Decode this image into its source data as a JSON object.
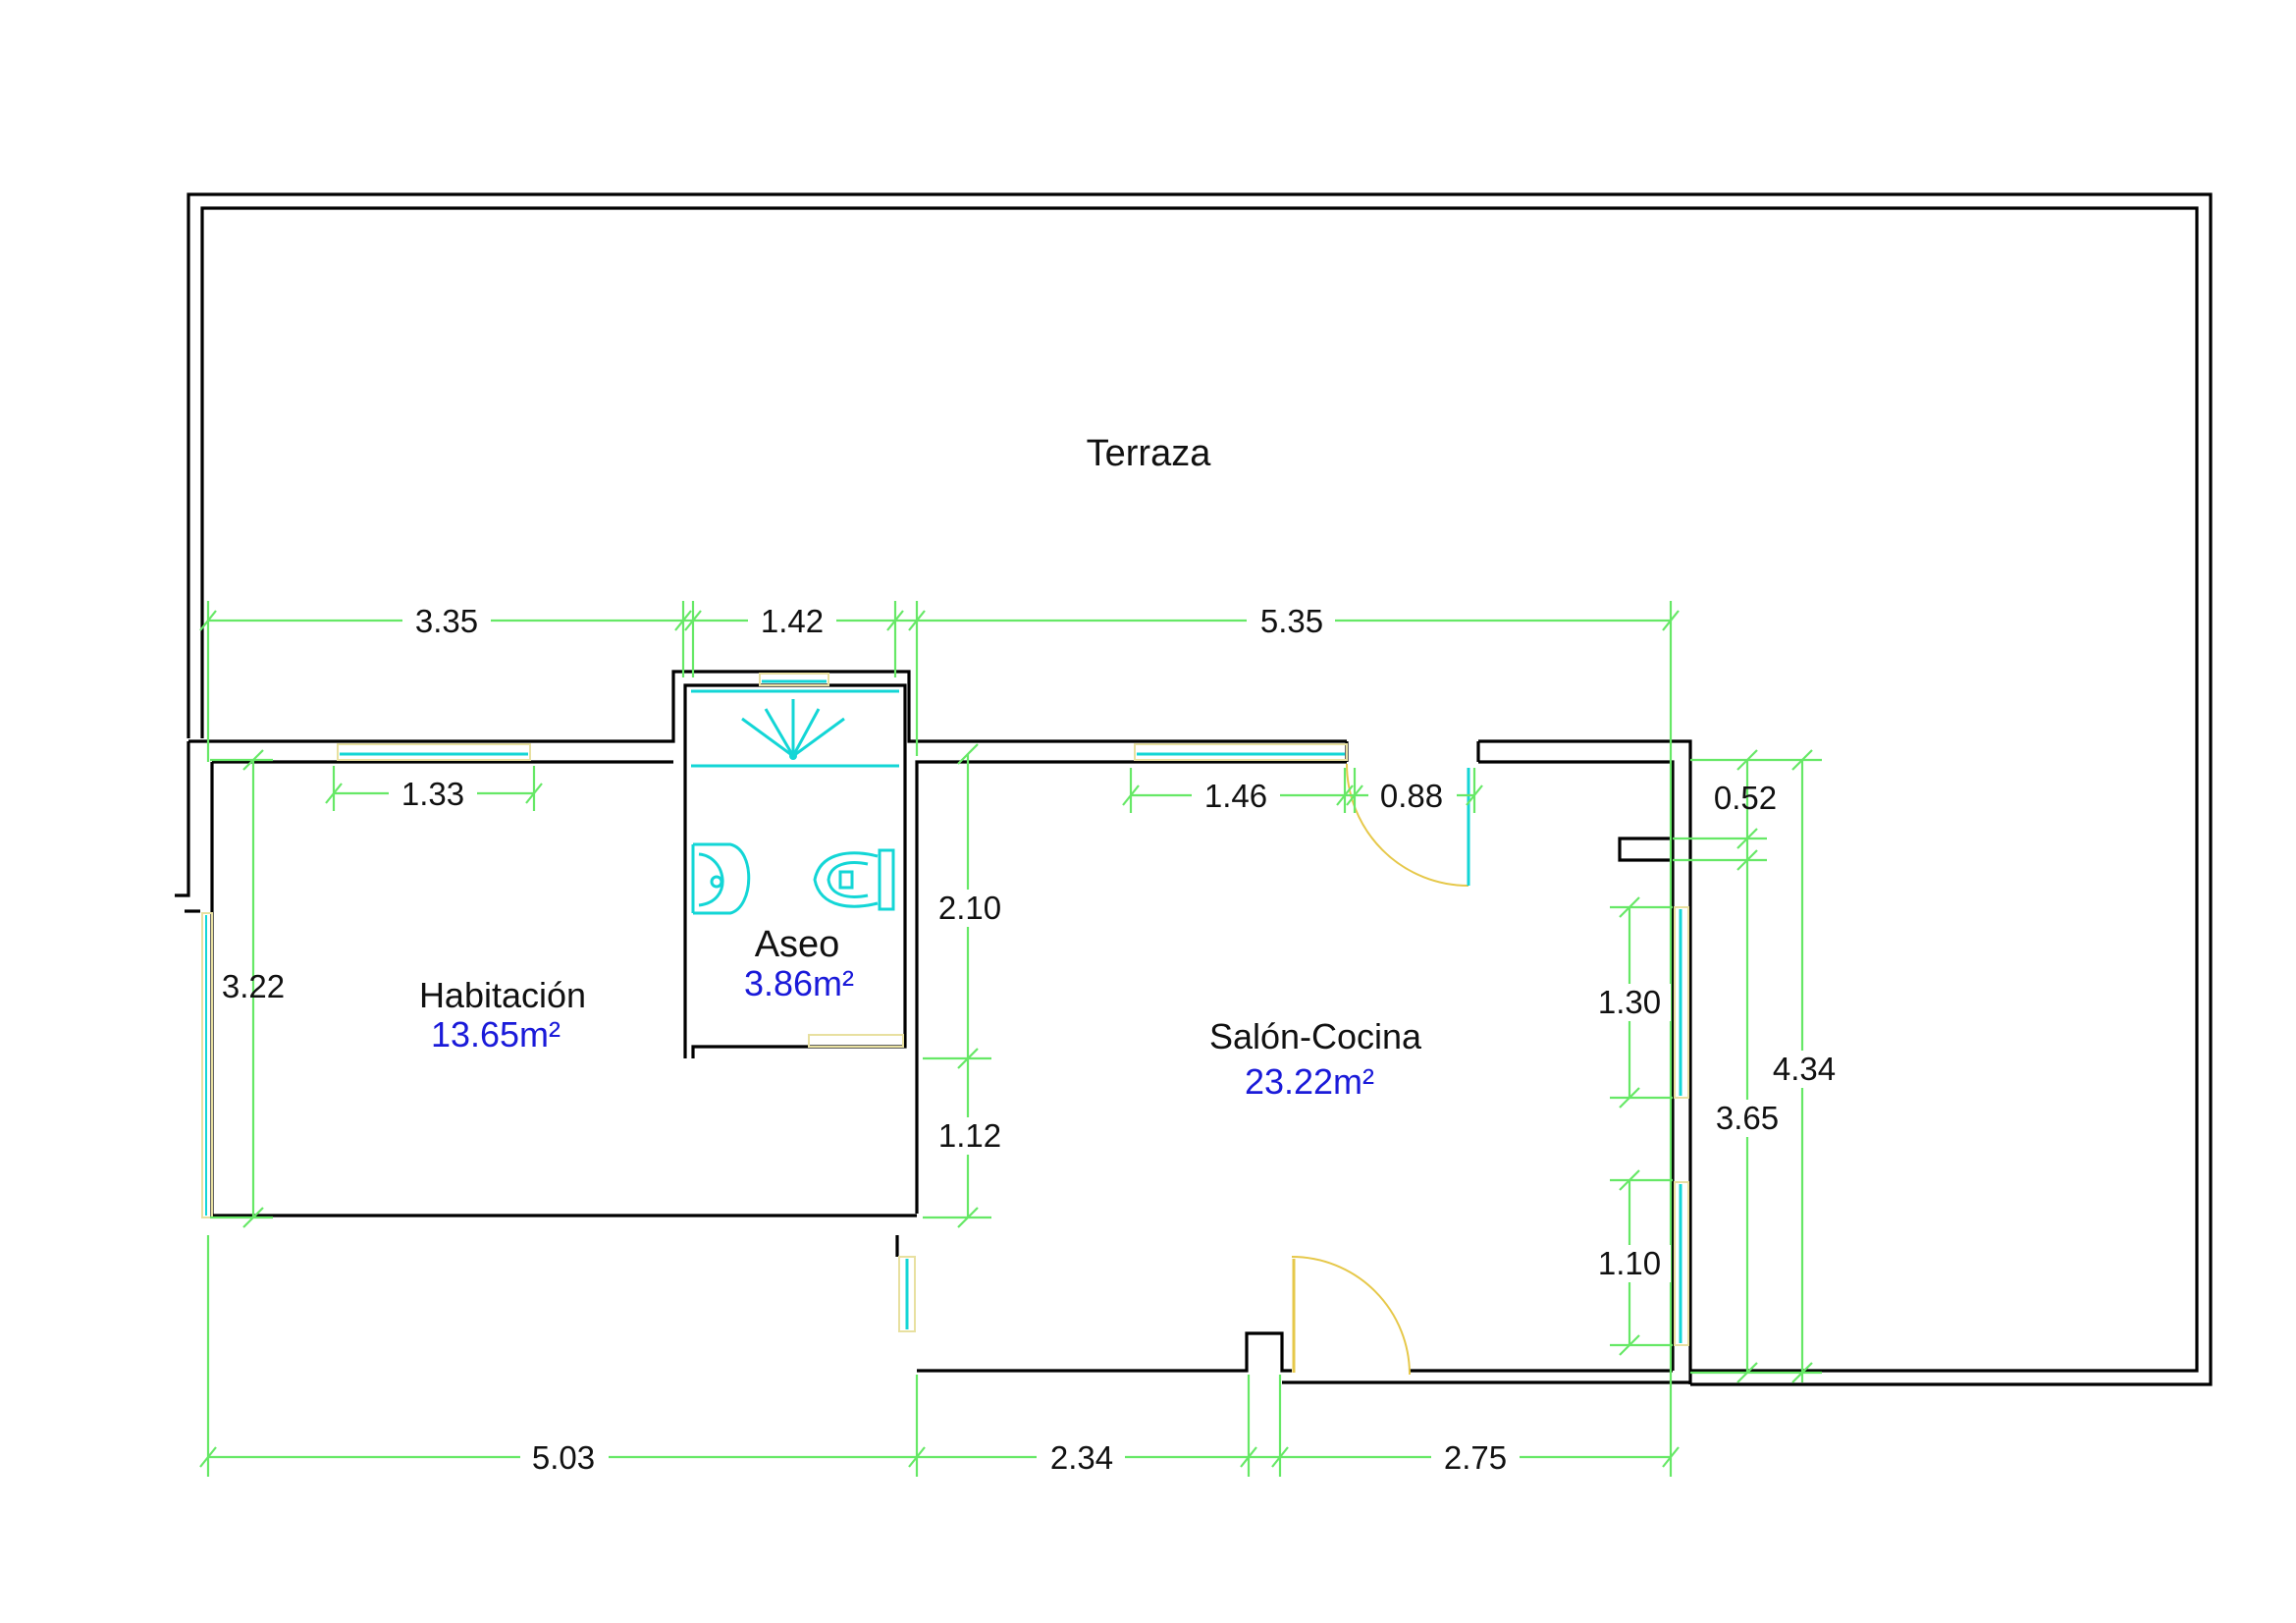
{
  "colors": {
    "wall": "#000000",
    "dimension": "#66e866",
    "area_text": "#1a1ad9",
    "fixtures": "#13d6d6",
    "window": "#e8e0a0",
    "door": "#e6c84a"
  },
  "rooms": {
    "terraza": {
      "name": "Terraza"
    },
    "habitacion": {
      "name": "Habitación",
      "area": "13.65m²"
    },
    "aseo": {
      "name": "Aseo",
      "area": "3.86m²"
    },
    "salon": {
      "name": "Salón-Cocina",
      "area": "23.22m²"
    }
  },
  "dimensions": {
    "top_habitacion": "3.35",
    "top_aseo": "1.42",
    "top_salon": "5.35",
    "window_habitacion": "1.33",
    "window_salon": "1.46",
    "door_salon": "0.88",
    "right_small": "0.52",
    "habitacion_height": "3.22",
    "salon_upper": "2.10",
    "salon_lower": "1.12",
    "window_right_upper": "1.30",
    "window_right_lower": "1.10",
    "right_inner": "3.65",
    "right_total": "4.34",
    "bottom_habitacion": "5.03",
    "bottom_left": "2.34",
    "bottom_right": "2.75"
  }
}
